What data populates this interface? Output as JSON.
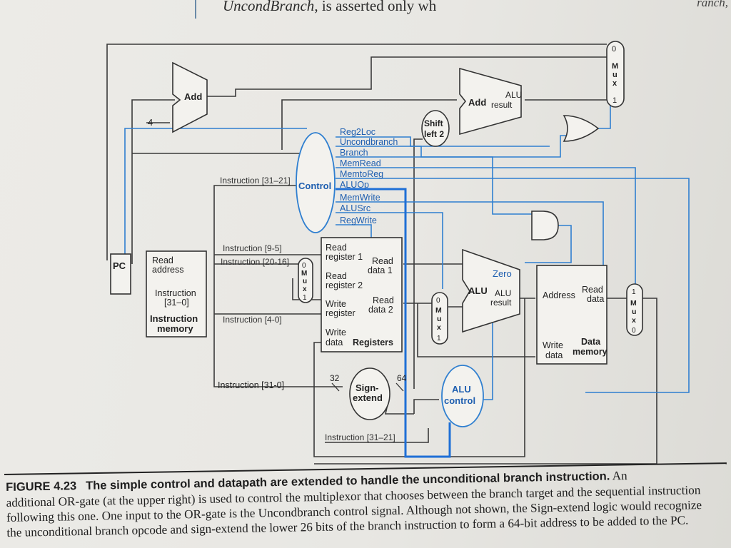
{
  "header": {
    "signal": "UncondBranch",
    "text": ", is asserted only wh",
    "corner": "ranch,"
  },
  "labels": {
    "pc": "PC",
    "four": "4",
    "add_top": "Add",
    "add_alu_add": "Add",
    "add_alu_result_1": "ALU",
    "add_alu_result_2": "result",
    "shift_1": "Shift",
    "shift_2": "left 2",
    "control": "Control",
    "instr_31_21": "Instruction [31–21]",
    "instr_9_5": "Instruction [9-5]",
    "instr_20_16": "Instruction [20-16]",
    "instr_4_0": "Instruction [4-0]",
    "instr_31_0": "Instruction [31-0]",
    "instr_31_21_bottom": "Instruction [31–21]",
    "im_read": "Read",
    "im_address": "address",
    "im_instruction": "Instruction",
    "im_bits": "[31–0]",
    "im_title_1": "Instruction",
    "im_title_2": "memory",
    "reg_read_reg1_a": "Read",
    "reg_read_reg1_b": "register 1",
    "reg_read_data1_a": "Read",
    "reg_read_data1_b": "data 1",
    "reg_read_reg2_a": "Read",
    "reg_read_reg2_b": "register 2",
    "reg_write_reg_a": "Write",
    "reg_write_reg_b": "register",
    "reg_read_data2_a": "Read",
    "reg_read_data2_b": "data 2",
    "reg_write_data_a": "Write",
    "reg_write_data_b": "data",
    "reg_title": "Registers",
    "alu": "ALU",
    "alu_zero": "Zero",
    "alu_result_1": "ALU",
    "alu_result_2": "result",
    "dm_address": "Address",
    "dm_read_1": "Read",
    "dm_read_2": "data",
    "dm_write_1": "Write",
    "dm_write_2": "data",
    "dm_title_1": "Data",
    "dm_title_2": "memory",
    "sign_1": "Sign-",
    "sign_2": "extend",
    "bits_32": "32",
    "bits_64": "64",
    "alu_control_1": "ALU",
    "alu_control_2": "control",
    "mux_letters": [
      "M",
      "u",
      "x"
    ],
    "zero": "0",
    "one": "1"
  },
  "control_signals": [
    "Reg2Loc",
    "Uncondbranch",
    "Branch",
    "MemRead",
    "MemtoReg",
    "ALUOp",
    "MemWrite",
    "ALUSrc",
    "RegWrite"
  ],
  "caption": {
    "label": "FIGURE 4.23",
    "title": "The simple control and datapath are extended to handle the unconditional branch instruction.",
    "lines": [
      " An",
      "additional OR-gate (at the upper right) is used to control the multiplexor that chooses between the branch target and the sequential instruction",
      "following this one. One input to the OR-gate is the Uncondbranch control signal. Although not shown, the Sign-extend logic would recognize",
      "the unconditional branch opcode and sign-extend the lower 26 bits of the branch instruction to form a 64-bit address to be added to the PC."
    ]
  },
  "colors": {
    "datapath": "#3a3a3a",
    "control": "#2f7fd0",
    "alu_op_bus": "#1f6fd6"
  }
}
